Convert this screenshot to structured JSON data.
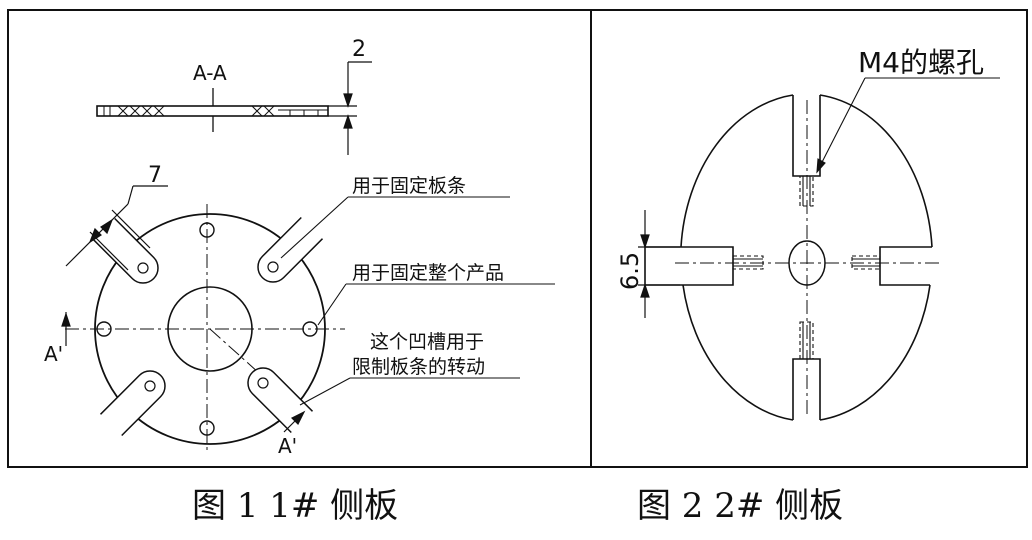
{
  "figure1": {
    "section_label": "A-A",
    "thickness_dim": "2",
    "slot_width_dim": "7",
    "note_slats": "用于固定板条",
    "note_product": "用于固定整个产品",
    "note_groove_line1": "这个凹槽用于",
    "note_groove_line2": "限制板条的转动",
    "section_mark": "A'",
    "caption": "图 1  1# 侧板"
  },
  "figure2": {
    "hole_label": "M4的螺孔",
    "width_dim": "6.5",
    "caption": "图 2  2# 侧板"
  }
}
